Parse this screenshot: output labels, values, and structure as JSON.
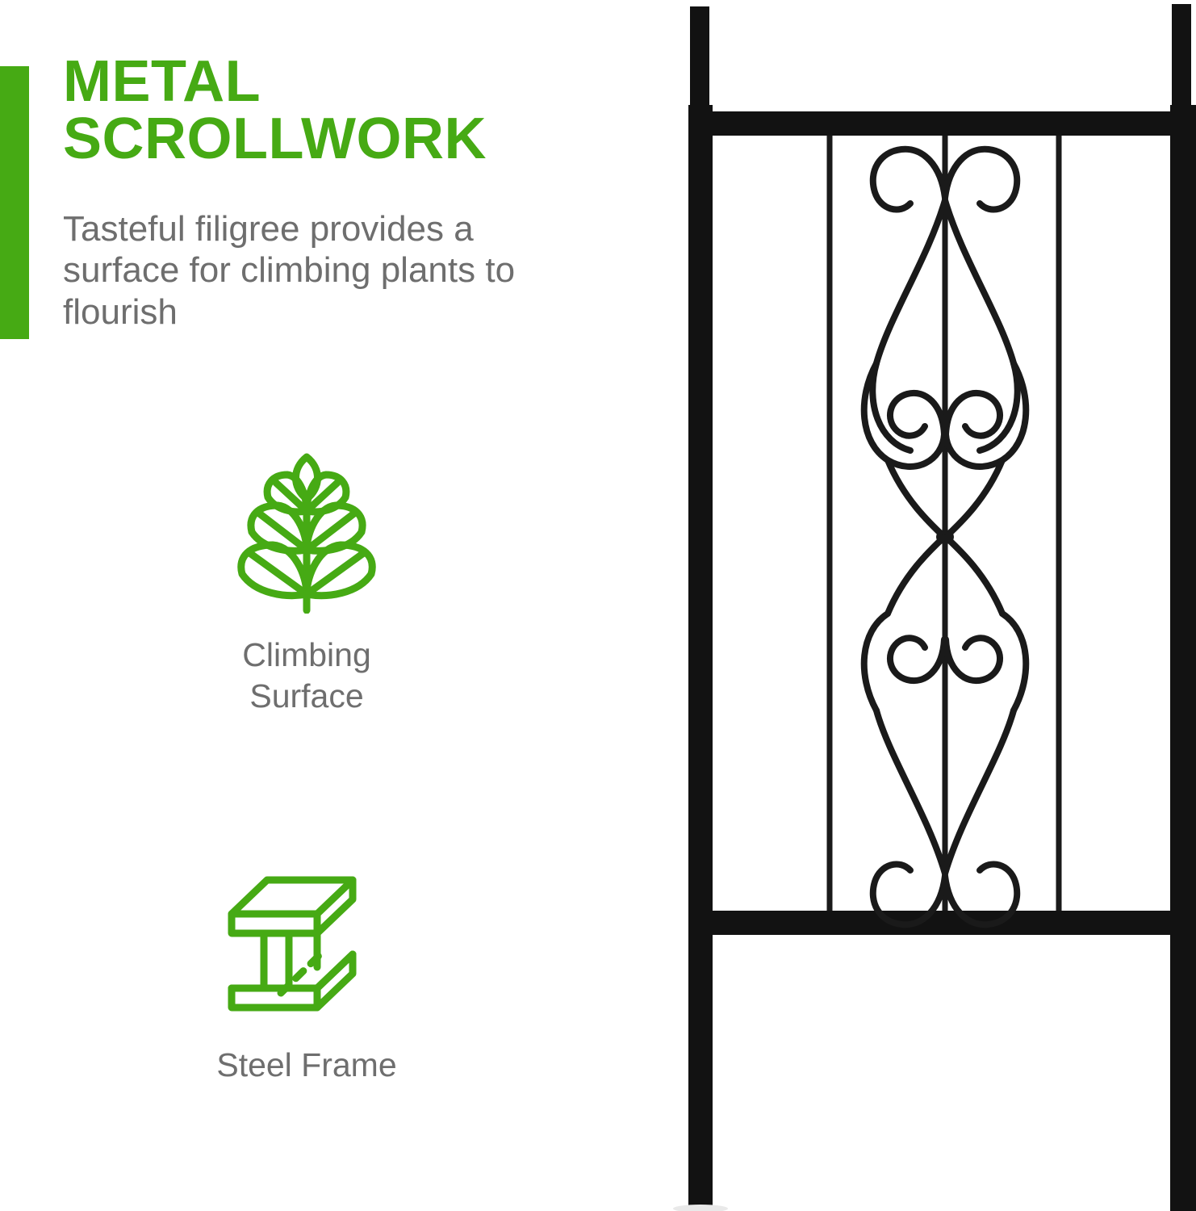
{
  "theme": {
    "accent_green": "#46aa14",
    "body_gray": "#6e6e6e",
    "metal_black": "#111111",
    "background": "#ffffff"
  },
  "headline": {
    "line1": "METAL",
    "line2": "SCROLLWORK"
  },
  "subhead": {
    "text": "Tasteful filigree provides a surface for climbing plants to flourish"
  },
  "features": [
    {
      "icon": "plant-leaves-icon",
      "label": "Climbing\nSurface"
    },
    {
      "icon": "steel-i-beam-icon",
      "label": "Steel Frame"
    }
  ],
  "product": {
    "name": "metal-garden-trellis",
    "description": "Black steel trellis panel with ornamental scrollwork filigree between vertical rods",
    "color": "#111111"
  }
}
